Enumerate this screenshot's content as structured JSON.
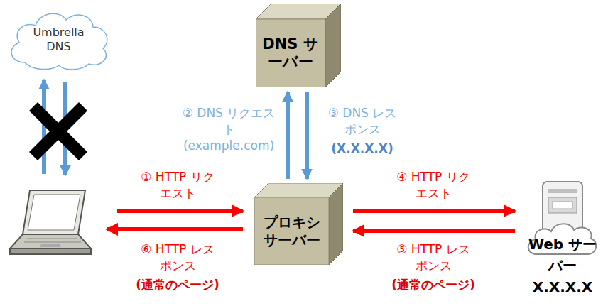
{
  "diagram": {
    "nodes": [
      {
        "text": [
          "Umbrella DNS"
        ]
      },
      {
        "text": [
          "DNS サーバー"
        ]
      },
      {
        "text": [
          "プロキシ サーバー"
        ]
      },
      {
        "text": [
          "Web サーバー X.X.X.X"
        ]
      }
    ],
    "edges": [
      {
        "from": 2,
        "to": 1,
        "arrow": "to",
        "label": "② DNS リクエスト (example.com)"
      },
      {
        "from": 1,
        "to": 2,
        "arrow": "to",
        "label": "③ DNS レスポンス"
      },
      {
        "from": 2,
        "to": 3,
        "arrow": "to",
        "label": "④ HTTP リクエスト"
      },
      {
        "from": 3,
        "to": 2,
        "arrow": "to",
        "label": "⑤ HTTP レスポンス"
      }
    ],
    "labels": [
      "① HTTP リクエスト",
      "⑥ HTTP レスポンス",
      "(通常のページ)",
      "(X.X.X.X)",
      "(通常のページ)"
    ]
  }
}
